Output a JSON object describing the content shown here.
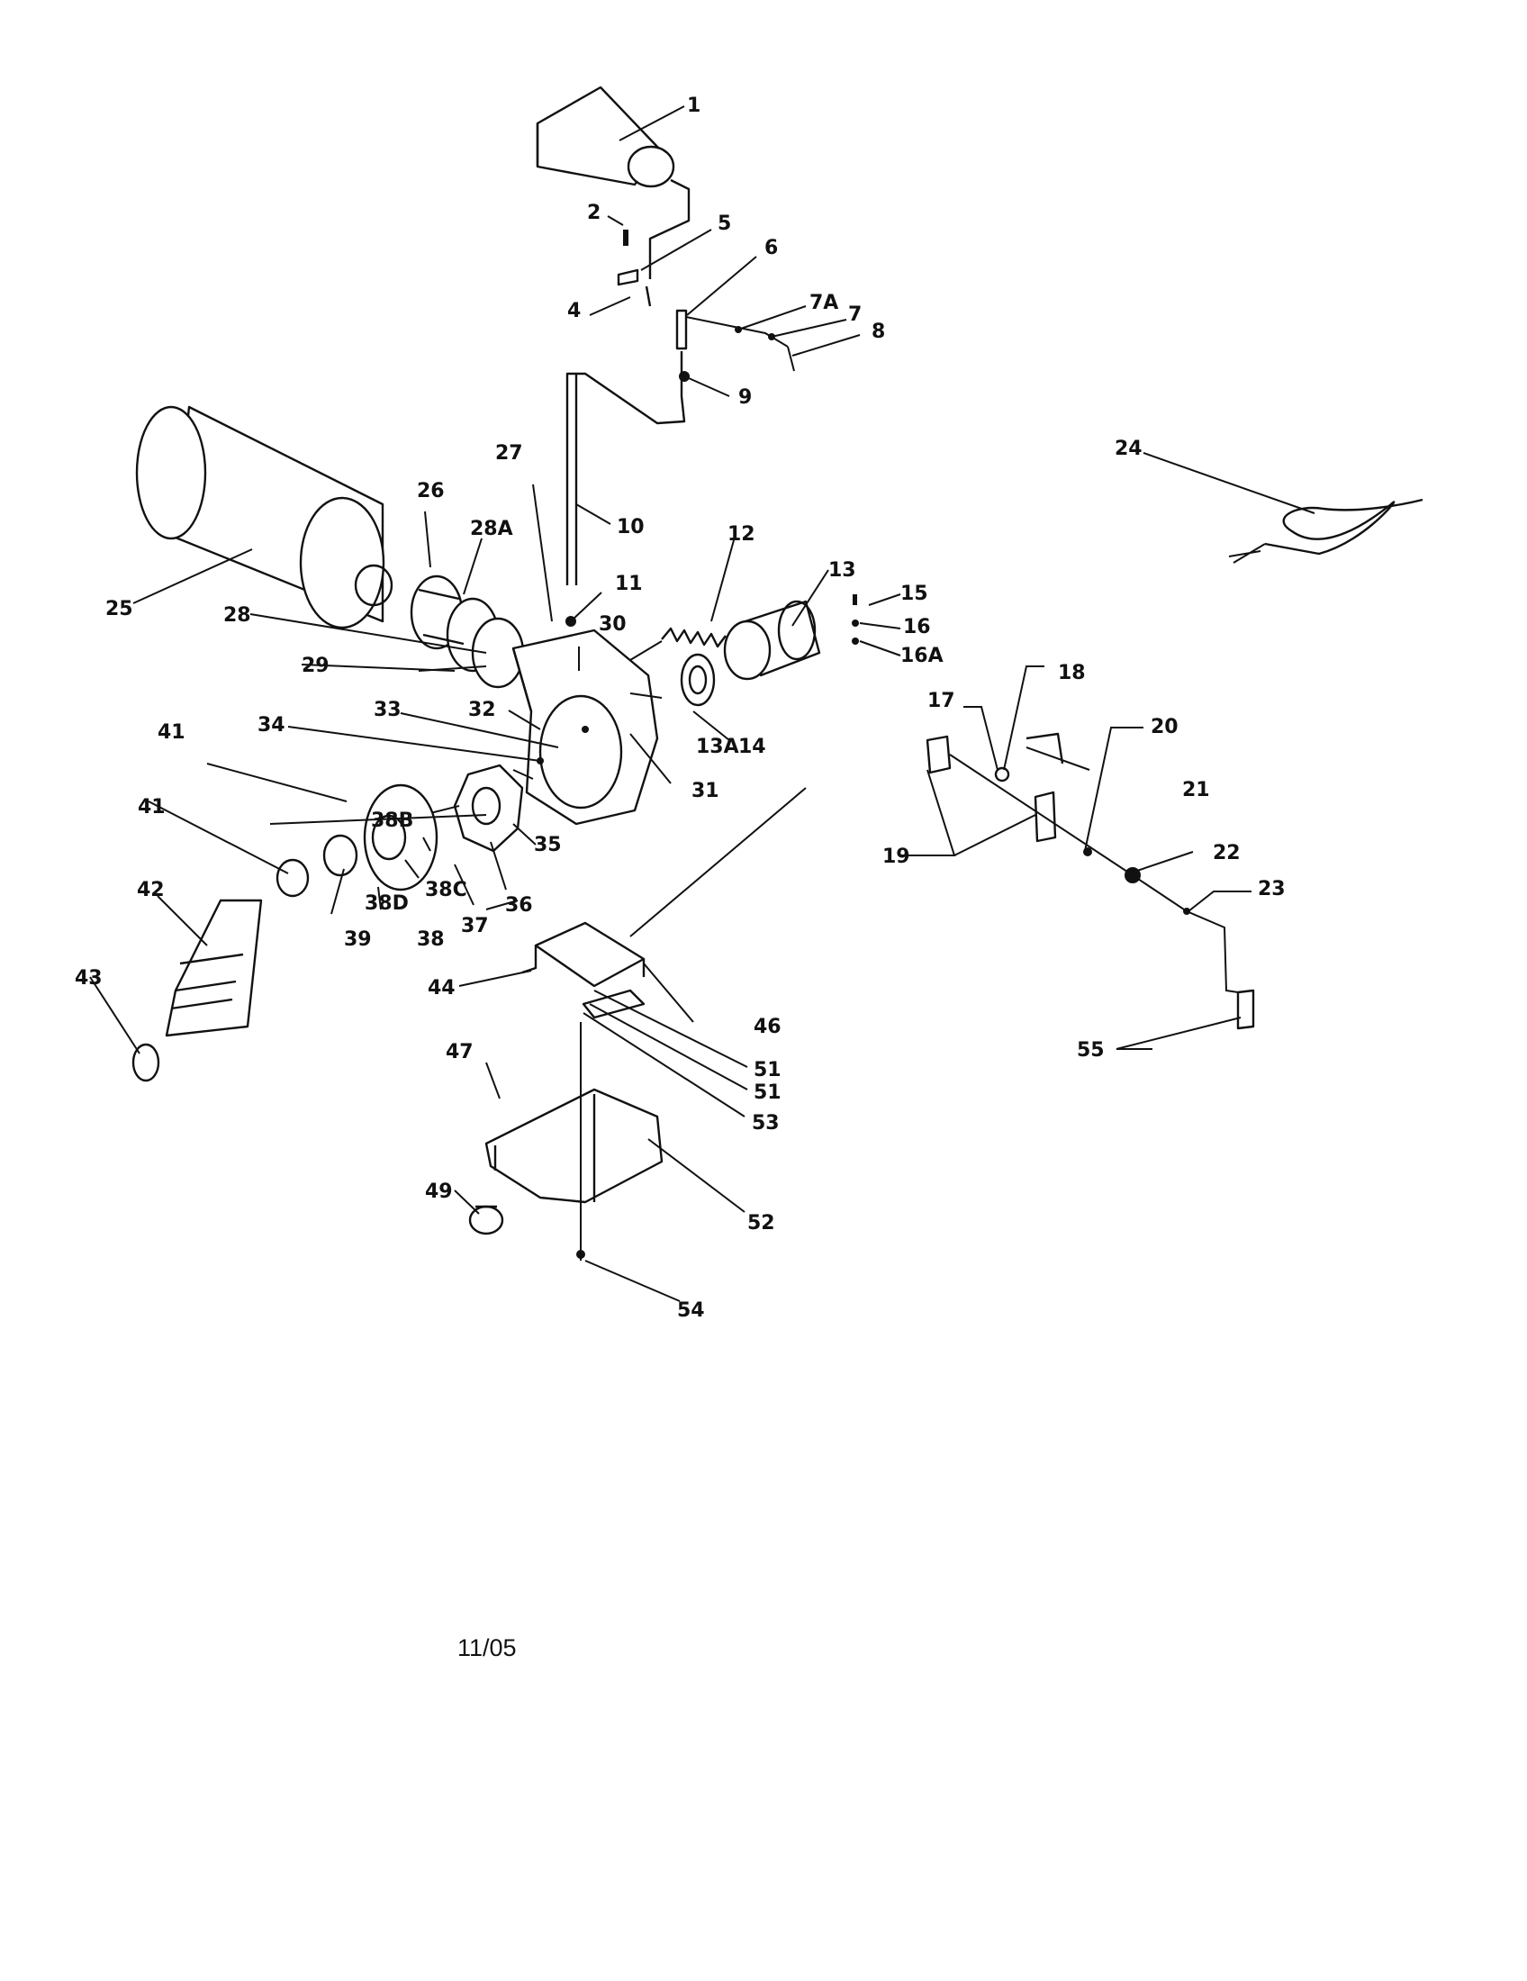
{
  "date_code": "11/05",
  "callouts": {
    "c1": "1",
    "c2": "2",
    "c4": "4",
    "c5": "5",
    "c6": "6",
    "c7a": "7A",
    "c7": "7",
    "c8": "8",
    "c9": "9",
    "c10": "10",
    "c11": "11",
    "c12": "12",
    "c13": "13",
    "c13a": "13A",
    "c14": "14",
    "c15": "15",
    "c16": "16",
    "c16a": "16A",
    "c17": "17",
    "c18": "18",
    "c19": "19",
    "c20": "20",
    "c21": "21",
    "c22": "22",
    "c23": "23",
    "c24": "24",
    "c25": "25",
    "c26": "26",
    "c27": "27",
    "c28": "28",
    "c28a": "28A",
    "c29": "29",
    "c30": "30",
    "c31": "31",
    "c32": "32",
    "c33": "33",
    "c34": "34",
    "c35": "35",
    "c36": "36",
    "c37": "37",
    "c38": "38",
    "c38b": "38B",
    "c38c": "38C",
    "c38d": "38D",
    "c39": "39",
    "c41a": "41",
    "c41b": "41",
    "c42": "42",
    "c43": "43",
    "c44": "44",
    "c46": "46",
    "c47": "47",
    "c49": "49",
    "c51a": "51",
    "c51b": "51",
    "c52": "52",
    "c53": "53",
    "c54": "54",
    "c55": "55"
  }
}
